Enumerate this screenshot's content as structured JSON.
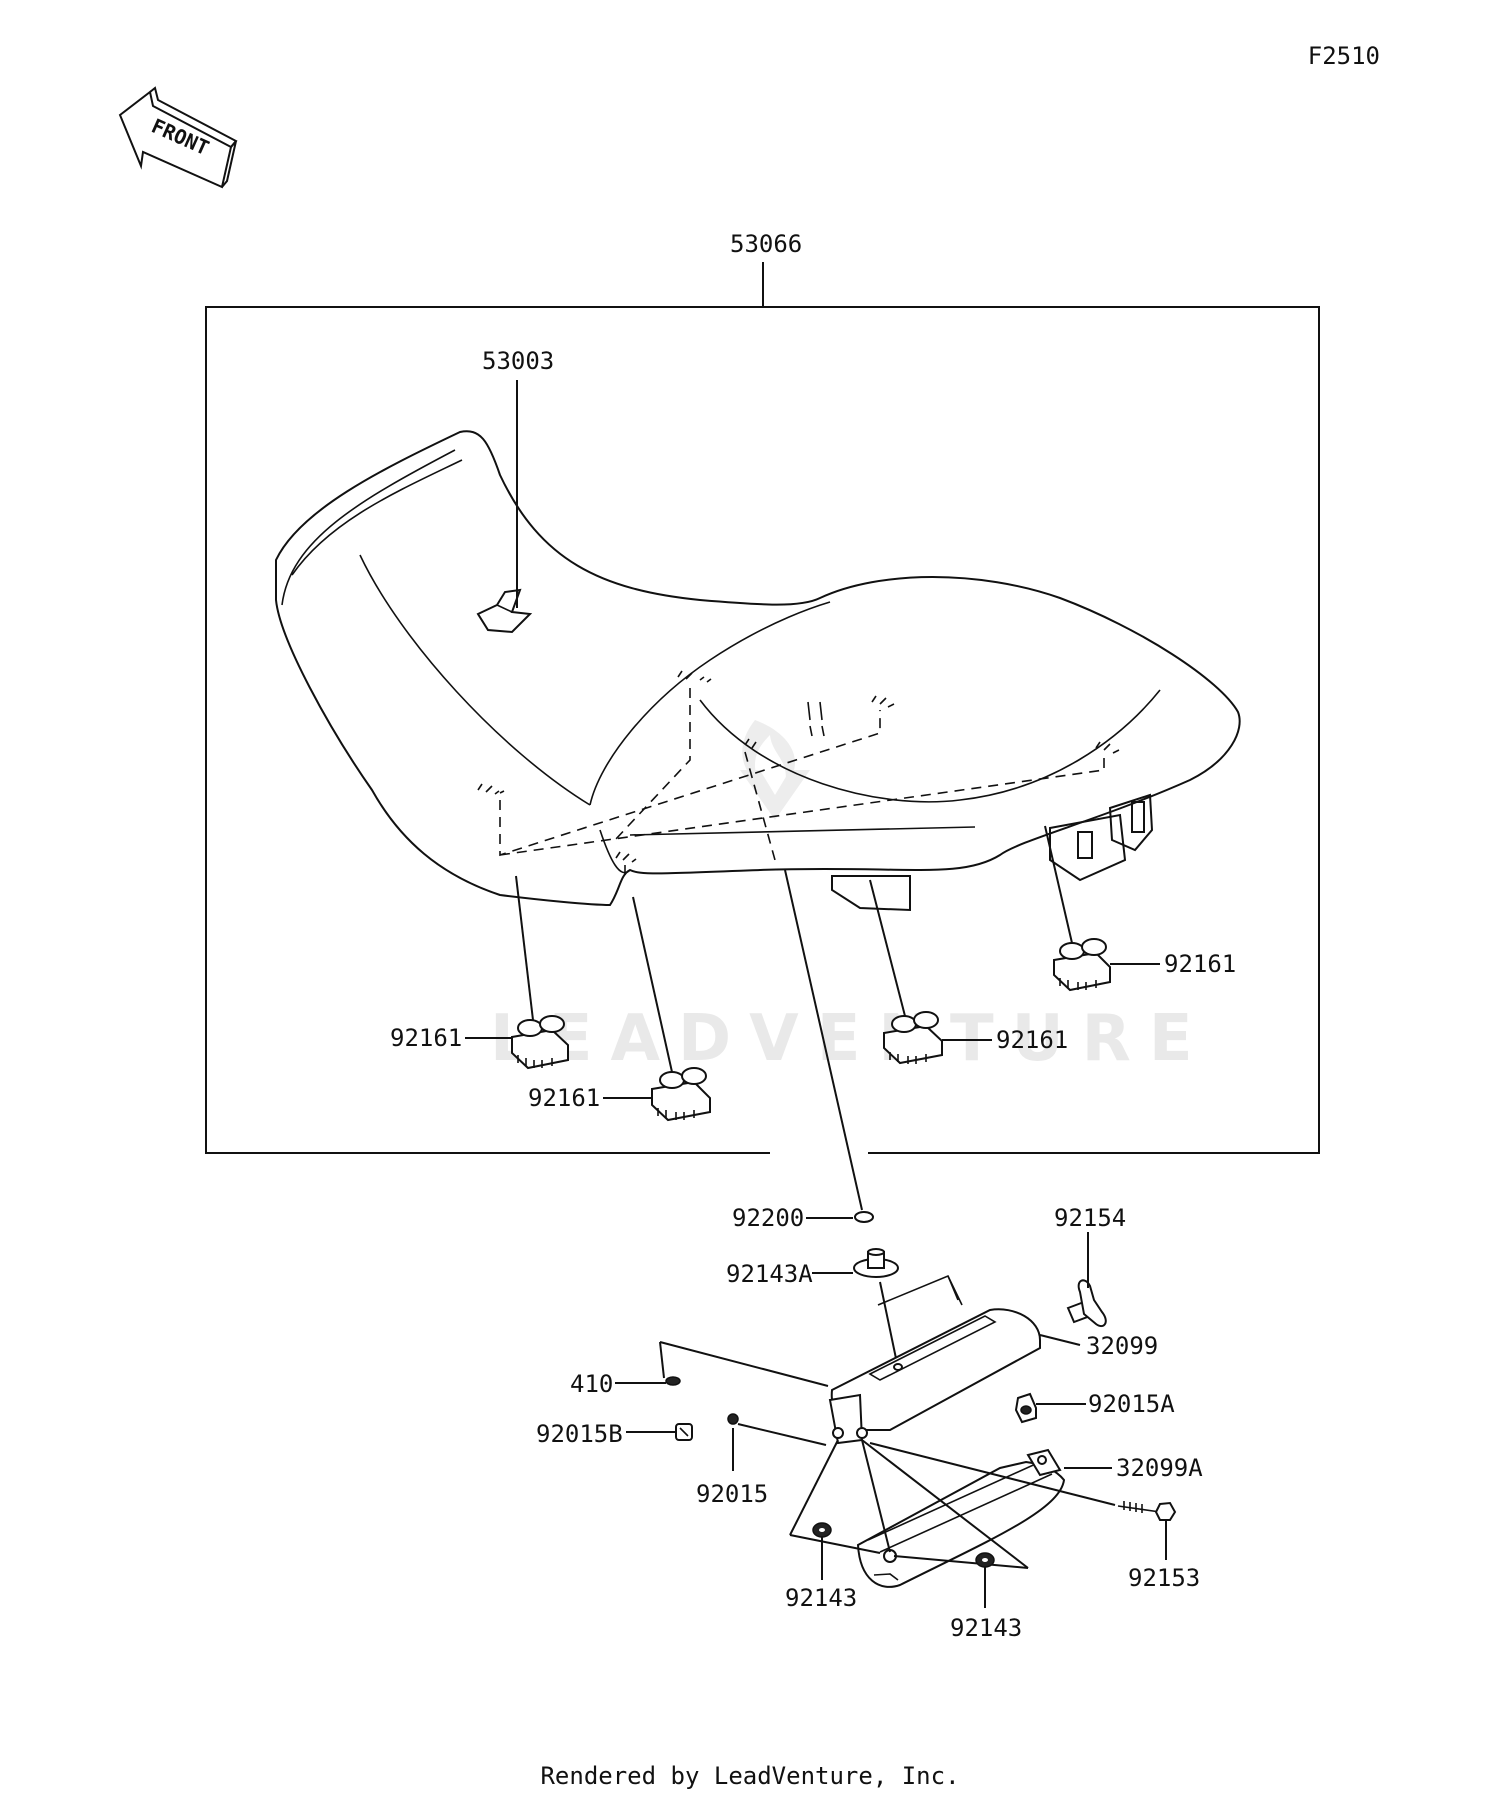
{
  "figure_id": "F2510",
  "front_arrow_label": "FRONT",
  "watermark": "LEADVENTURE",
  "footer": "Rendered by LeadVenture, Inc.",
  "callouts": {
    "seat_assy": "53066",
    "seat_emblem": "53003",
    "damper_front_left": "92161",
    "damper_front_center": "92161",
    "damper_rear_center": "92161",
    "damper_rear_right": "92161",
    "washer_top": "92200",
    "spacer_a": "92143A",
    "wing_bolt": "92154",
    "bracket": "32099",
    "clip_410": "410",
    "clip_b": "92015B",
    "nut_a": "92015A",
    "nut": "92015",
    "bracket_a": "32099A",
    "bolt": "92153",
    "collar_left": "92143",
    "collar_right": "92143"
  }
}
